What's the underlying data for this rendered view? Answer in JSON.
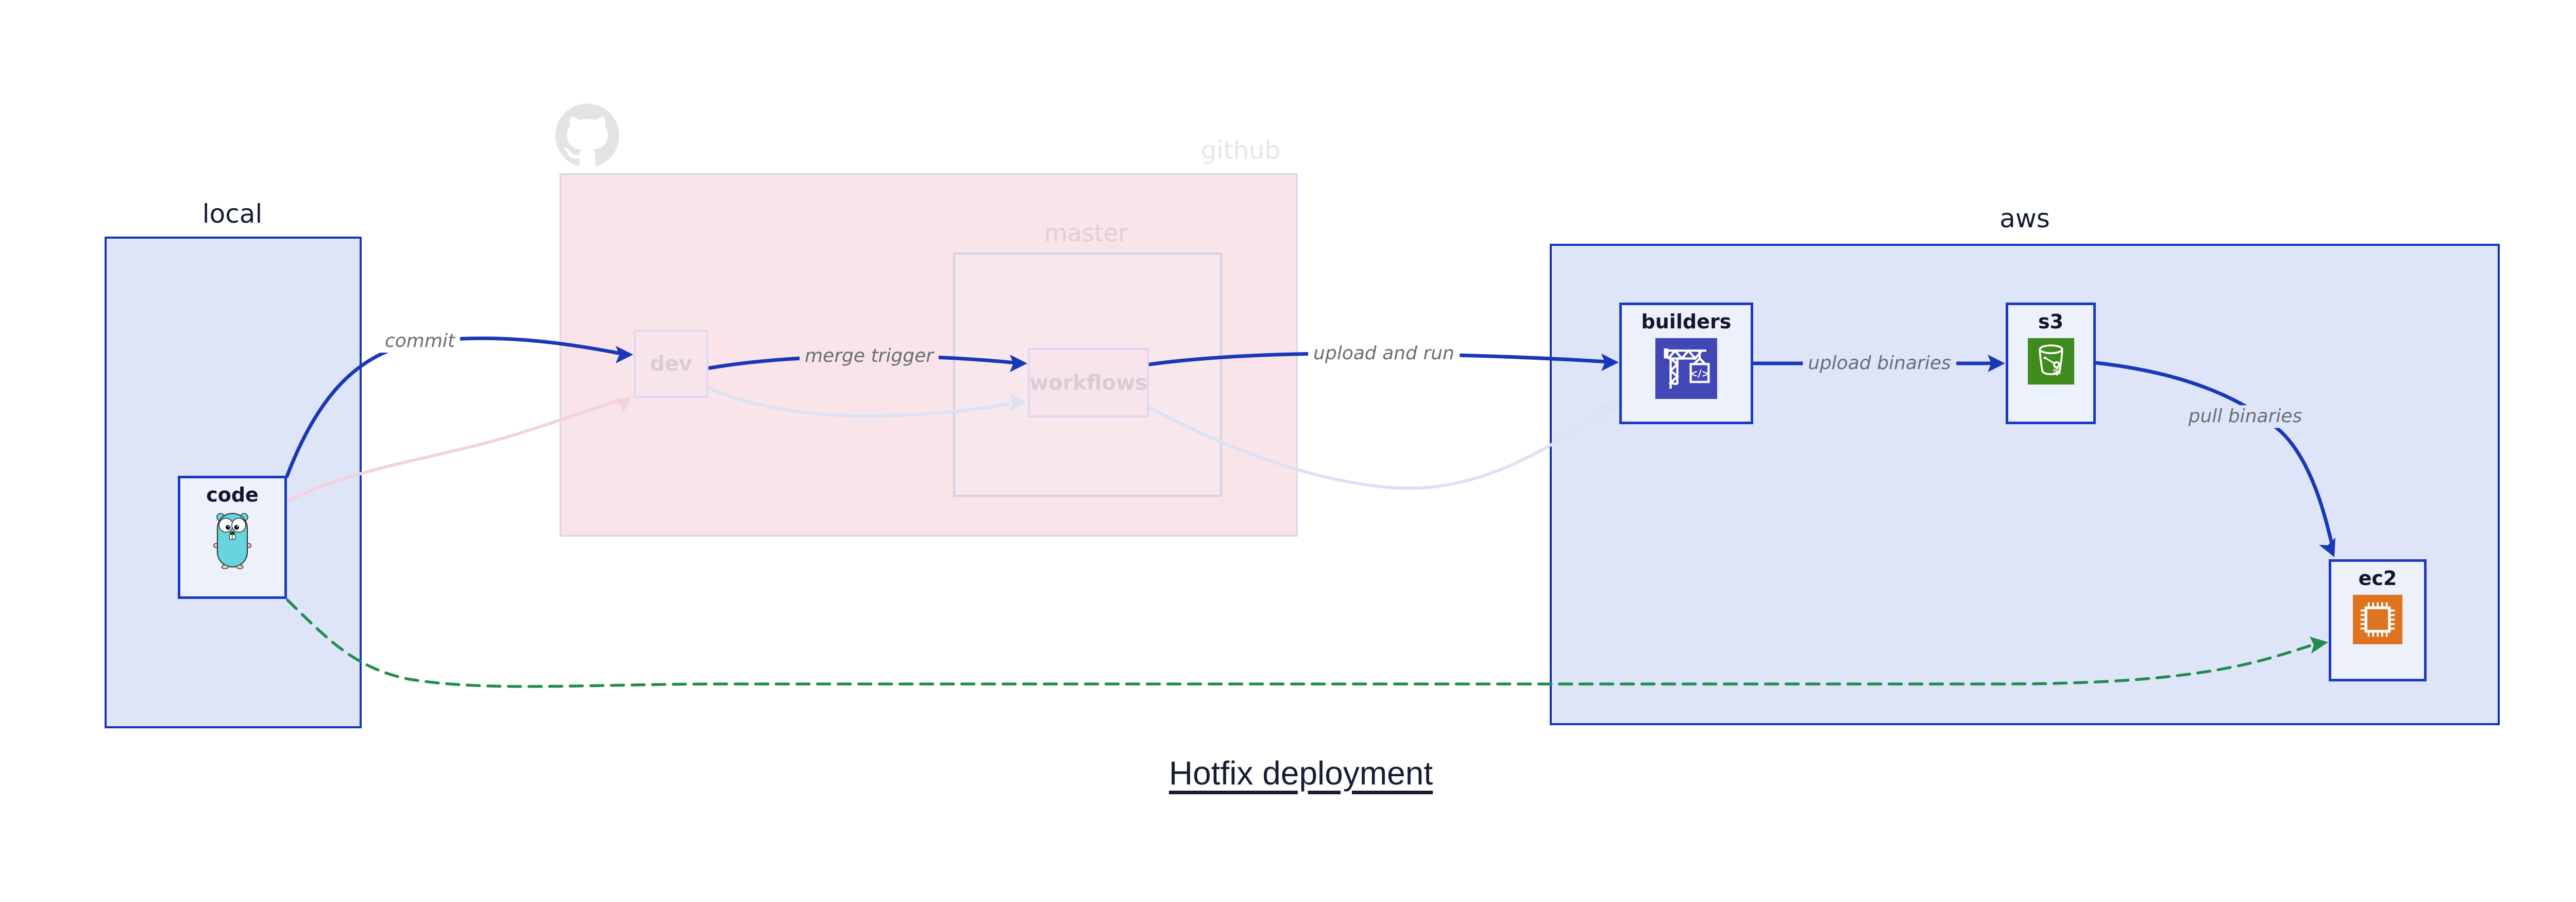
{
  "title": {
    "text": "Hotfix deployment"
  },
  "groups": {
    "local": {
      "label": "local"
    },
    "github": {
      "label": "github",
      "logo_icon": "github-octocat-icon",
      "master": {
        "label": "master"
      }
    },
    "aws": {
      "label": "aws"
    }
  },
  "nodes": {
    "code": {
      "label": "code",
      "icon": "go-gopher-icon",
      "state": "active"
    },
    "dev": {
      "label": "dev",
      "icon": null,
      "state": "faded"
    },
    "workflows": {
      "label": "workflows",
      "icon": null,
      "state": "faded"
    },
    "builders": {
      "label": "builders",
      "icon": "aws-codebuild-crane-icon",
      "state": "active"
    },
    "s3": {
      "label": "s3",
      "icon": "aws-s3-bucket-icon",
      "state": "active"
    },
    "ec2": {
      "label": "ec2",
      "icon": "aws-ec2-chip-icon",
      "state": "active"
    }
  },
  "edges": [
    {
      "label": "commit",
      "from": "code",
      "to": "dev",
      "style": "solid-blue"
    },
    {
      "label": "merge trigger",
      "from": "dev",
      "to": "workflows",
      "style": "solid-blue"
    },
    {
      "label": "upload and run",
      "from": "workflows",
      "to": "builders",
      "style": "solid-blue"
    },
    {
      "label": "upload binaries",
      "from": "builders",
      "to": "s3",
      "style": "solid-blue"
    },
    {
      "label": "pull binaries",
      "from": "s3",
      "to": "ec2",
      "style": "solid-blue"
    },
    {
      "label": "",
      "from": "code",
      "to": "ec2",
      "style": "dashed-green"
    },
    {
      "label": "",
      "from": "code",
      "to": "dev",
      "style": "faded-pink"
    },
    {
      "label": "",
      "from": "dev",
      "to": "workflows",
      "style": "faded-lavender"
    },
    {
      "label": "",
      "from": "workflows",
      "to": "builders",
      "style": "faded-lavender"
    }
  ],
  "colors": {
    "edge_blue": "#1938b8",
    "edge_green_dashed": "#218c4e",
    "edge_faded_pink": "#f3d2dc",
    "edge_faded_lavender": "#dce1f4",
    "container_blue_fill": "#dee5f8",
    "container_blue_border": "#1634b8",
    "container_pink_fill": "#f9e4e9",
    "node_fill": "#edf1fc",
    "node_border": "#1b3ac2",
    "builders_icon_bg": "#4247b8",
    "s3_icon_bg": "#3f8b1e",
    "ec2_icon_bg": "#df7420",
    "gopher_teal": "#66d5de",
    "label_gray": "#686e74",
    "text_dark": "#10172d"
  }
}
